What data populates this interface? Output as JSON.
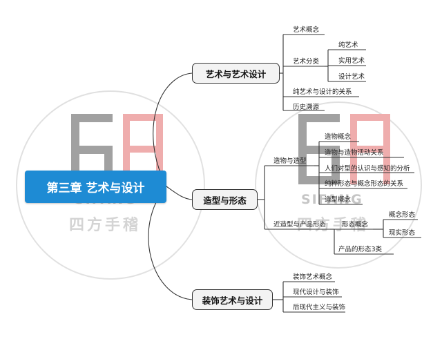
{
  "watermark": {
    "brand_en": "SIFANG",
    "brand_cn": "四方手稽"
  },
  "root": {
    "label": "第三章  艺术与设计"
  },
  "branches": [
    {
      "label": "艺术与艺术设计",
      "children": [
        {
          "label": "艺术概念"
        },
        {
          "label": "艺术分类",
          "children": [
            "纯艺术",
            "实用艺术",
            "设计艺术"
          ]
        },
        {
          "label": "纯艺术与设计的关系"
        },
        {
          "label": "历史溯源"
        }
      ]
    },
    {
      "label": "造型与形态",
      "children": [
        {
          "label": "造物与造型",
          "children": [
            "造物概念",
            "造物与造物活动关系",
            "人们对型的认识与感知的分析",
            "纯粹形态与概念形态的关系",
            "造型概念"
          ]
        },
        {
          "label": "近造型与产品形态",
          "children": [
            {
              "label": "形态概念",
              "children": [
                "概念形态",
                "现实形态"
              ]
            },
            {
              "label": "产品的形态3类"
            }
          ]
        }
      ]
    },
    {
      "label": "装饰艺术与设计",
      "children": [
        {
          "label": "装饰艺术概念"
        },
        {
          "label": "现代设计与装饰"
        },
        {
          "label": "后现代主义与装饰"
        }
      ]
    }
  ]
}
